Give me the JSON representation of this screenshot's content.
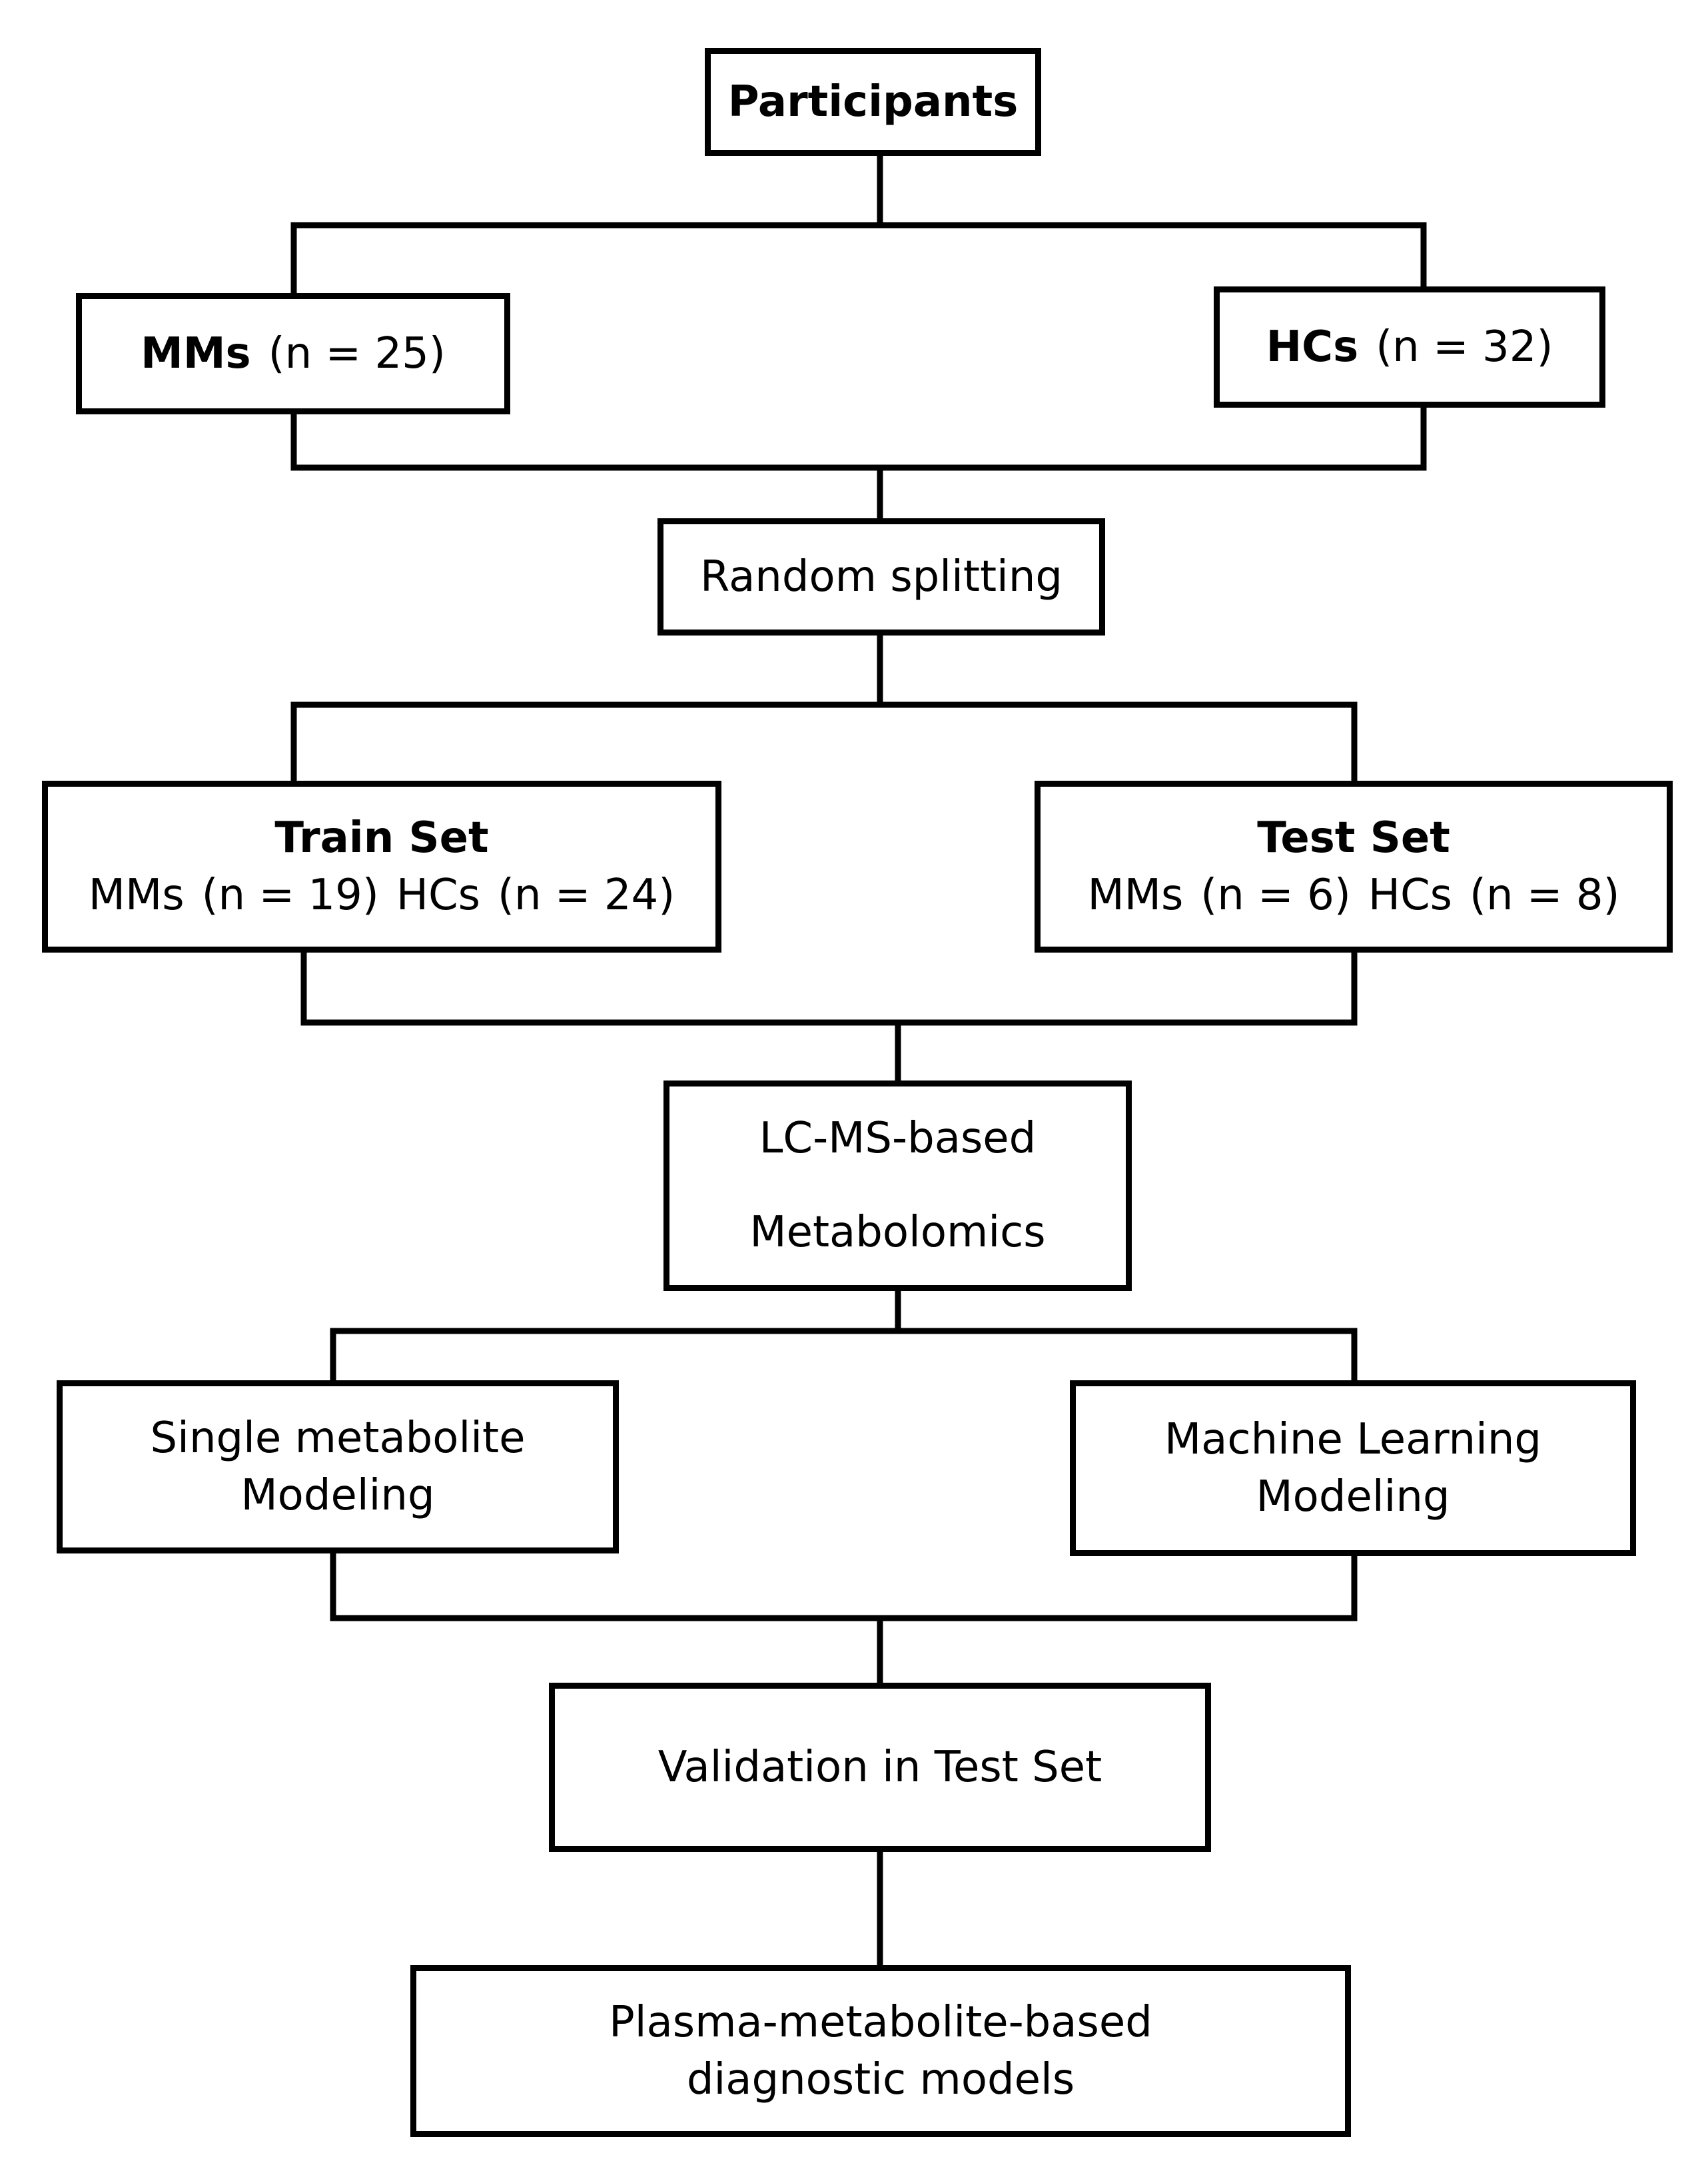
{
  "participants": {
    "label": "Participants"
  },
  "mms": {
    "name": "MMs",
    "count": "(n = 25)"
  },
  "hcs": {
    "name": "HCs",
    "count": "(n = 32)"
  },
  "random_splitting": {
    "label": "Random splitting"
  },
  "train_set": {
    "title": "Train Set",
    "mms_name": "MMs",
    "mms_count": "(n = 19)",
    "hcs_name": "HCs",
    "hcs_count": "(n = 24)"
  },
  "test_set": {
    "title": "Test Set",
    "mms_name": "MMs",
    "mms_count": "(n = 6)",
    "hcs_name": "HCs",
    "hcs_count": "(n = 8)"
  },
  "lcms": {
    "line1": "LC-MS-based",
    "line2": "Metabolomics"
  },
  "single_metabolite": {
    "line1": "Single metabolite",
    "line2": "Modeling"
  },
  "machine_learning": {
    "line1": "Machine Learning",
    "line2": "Modeling"
  },
  "validation": {
    "label": "Validation in Test Set"
  },
  "final": {
    "line1": "Plasma-metabolite-based",
    "line2": "diagnostic models"
  }
}
